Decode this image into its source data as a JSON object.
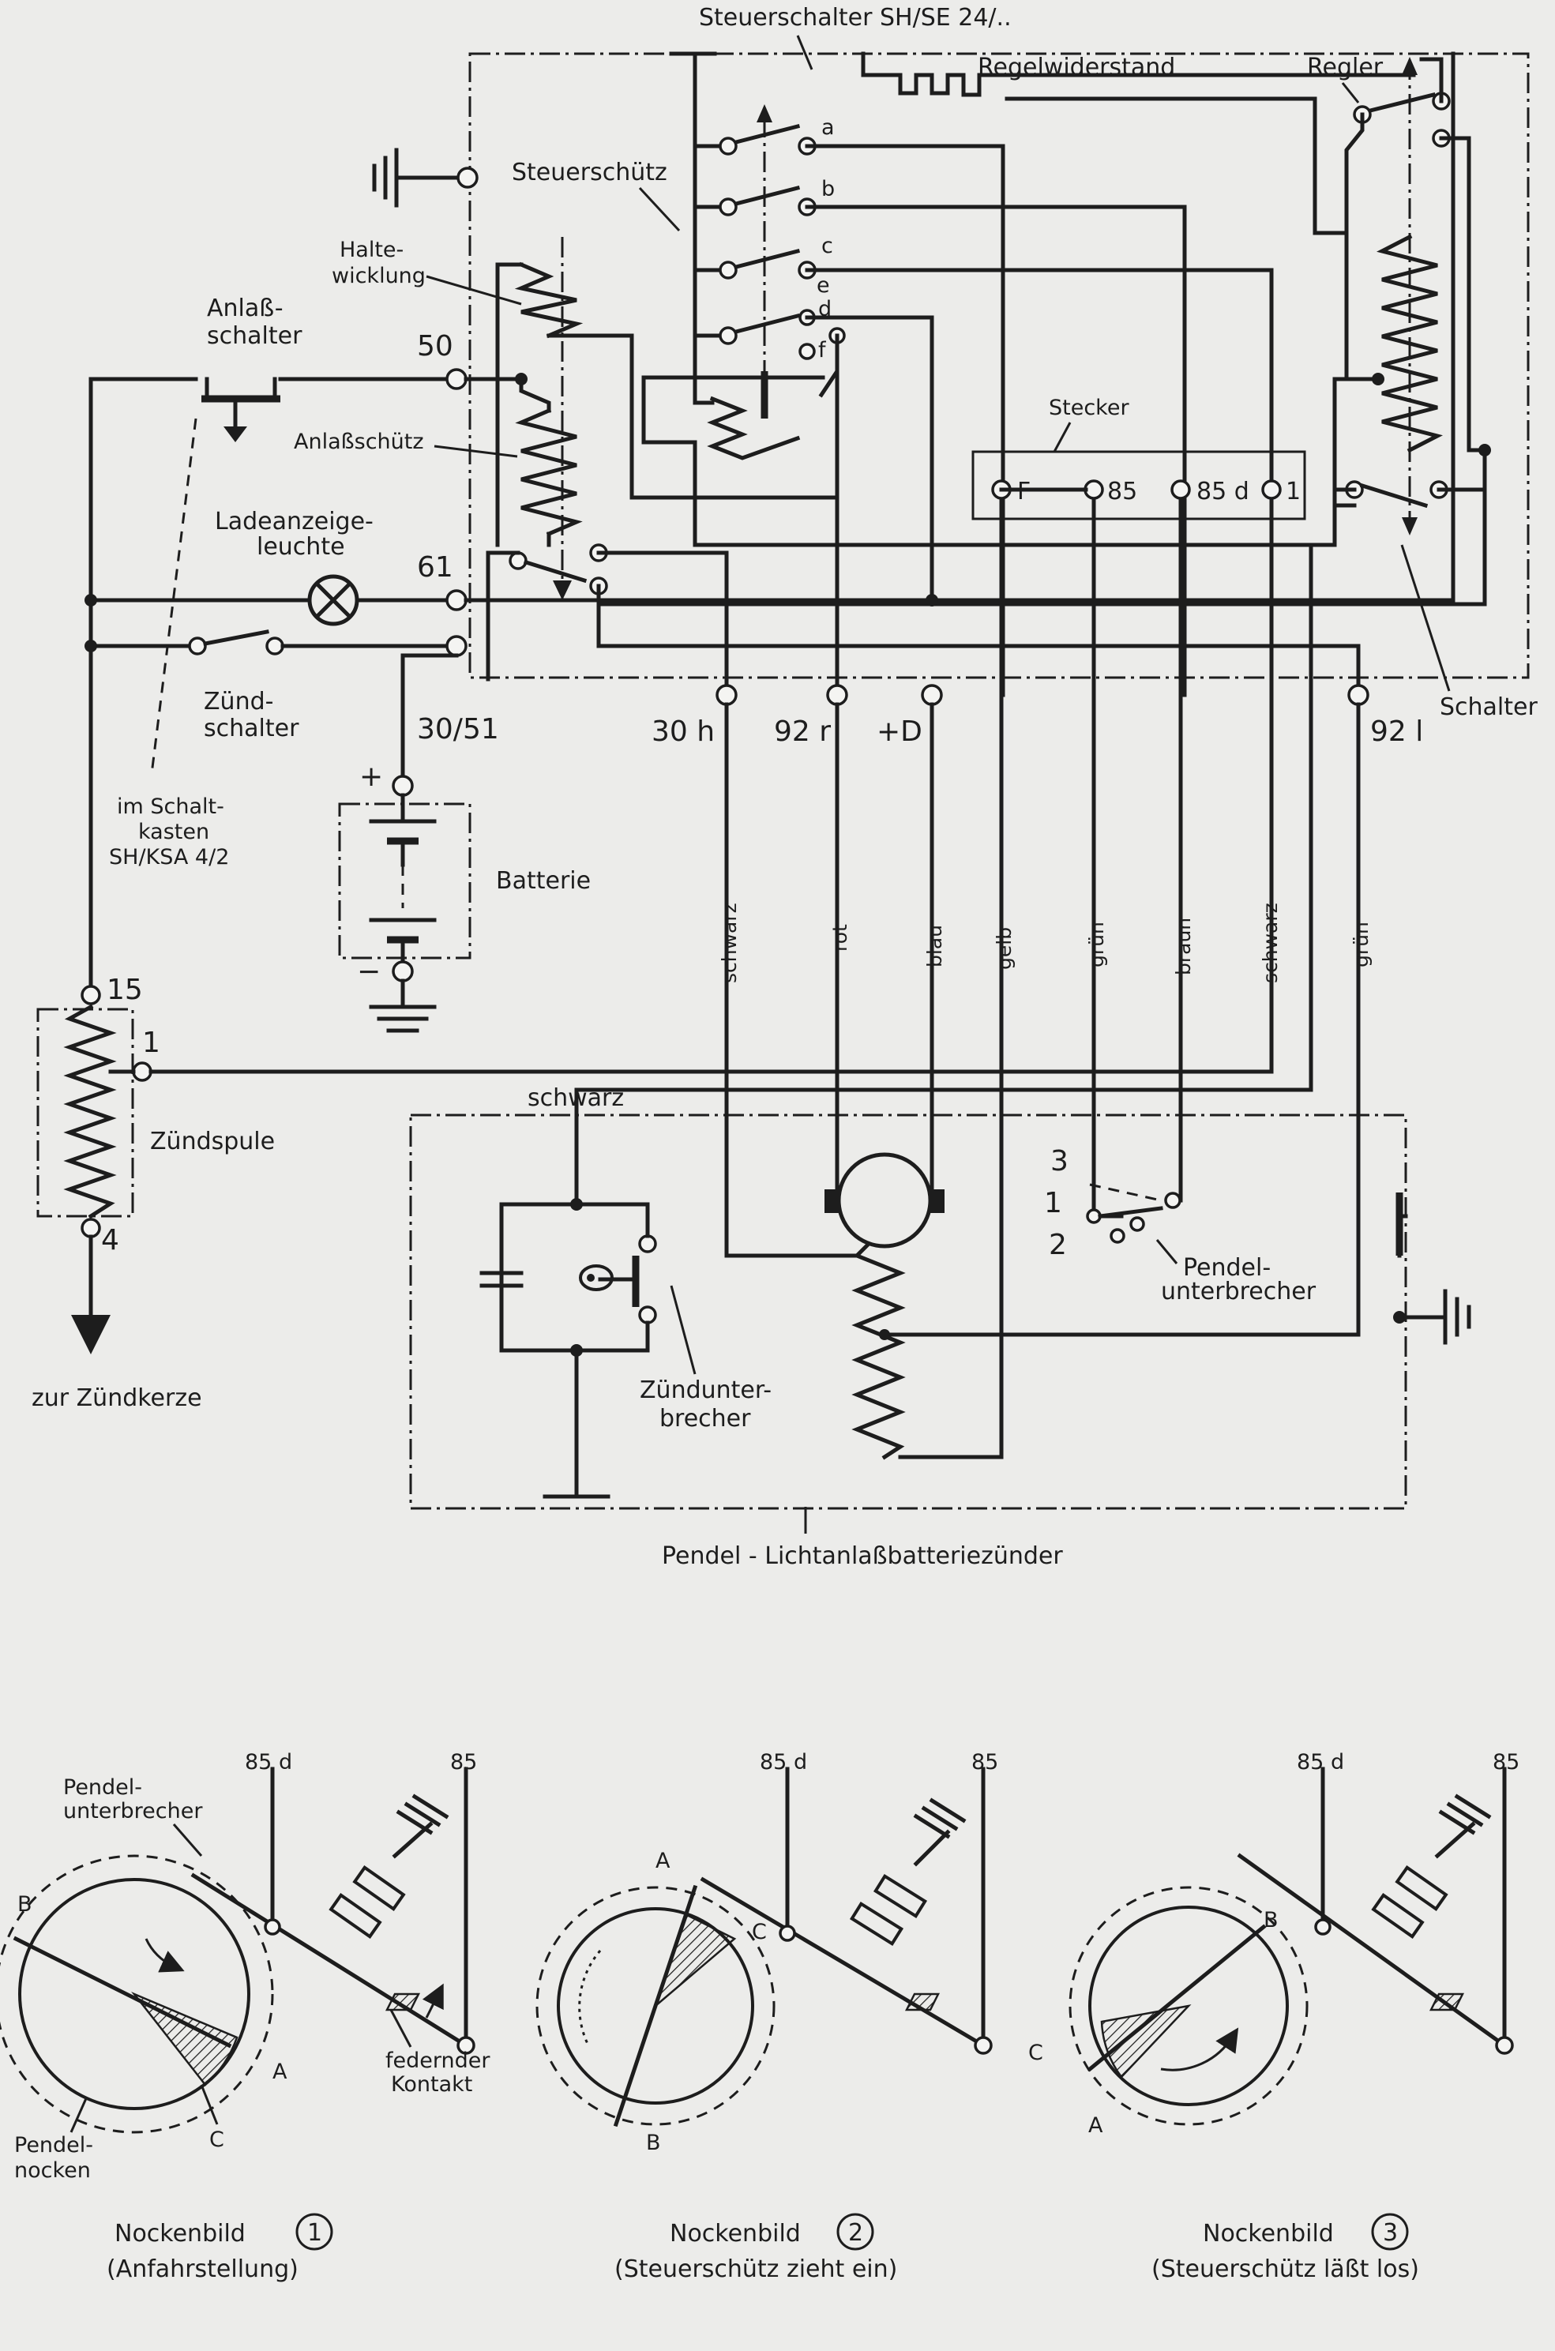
{
  "title": "Steuerschalter SH/SE 24/..",
  "labels": {
    "regelwiderstand": "Regelwiderstand",
    "regler": "Regler",
    "steuerschuetz": "Steuerschütz",
    "haltewicklung_1": "Halte-",
    "haltewicklung_2": "wicklung",
    "anlassschalter_1": "Anlaß-",
    "anlassschalter_2": "schalter",
    "anlassschuetz": "Anlaßschütz",
    "ladeanzeige_1": "Ladeanzeige-",
    "ladeanzeige_2": "leuchte",
    "zuendschalter_1": "Zünd-",
    "zuendschalter_2": "schalter",
    "schaltkasten_1": "im Schalt-",
    "schaltkasten_2": "kasten",
    "schaltkasten_3": "SH/KSA 4/2",
    "batterie": "Batterie",
    "zuendspule": "Zündspule",
    "zuendkerze": "zur Zündkerze",
    "stecker": "Stecker",
    "schalter": "Schalter",
    "pendelunterbrecher_1": "Pendel-",
    "pendelunterbrecher_2": "unterbrecher",
    "zuendunterbrecher_1": "Zündunter-",
    "zuendunterbrecher_2": "brecher",
    "lichtanlass": "Pendel - Lichtanlaßbatteriezünder",
    "schwarz_top": "schwarz",
    "plus": "+",
    "minus": "−"
  },
  "contacts": {
    "a": "a",
    "b": "b",
    "c": "c",
    "d": "d",
    "e": "e",
    "f": "f"
  },
  "terminals": {
    "t50": "50",
    "t61": "61",
    "t3051": "30/51",
    "t30h": "30 h",
    "t92r": "92 r",
    "tD": "+D",
    "t921": "92 l",
    "F": "F",
    "s85": "85",
    "s85d": "85 d",
    "s1": "1",
    "z15": "15",
    "z1": "1",
    "z4": "4",
    "p1": "1",
    "p2": "2",
    "p3": "3"
  },
  "wire_colors": [
    "schwarz",
    "rot",
    "blau",
    "gelb",
    "grün",
    "braun",
    "schwarz",
    "grün"
  ],
  "cams": [
    {
      "id": "1",
      "caption": "Nockenbild",
      "sub": "(Anfahrstellung)"
    },
    {
      "id": "2",
      "caption": "Nockenbild",
      "sub": "(Steuerschütz zieht ein)"
    },
    {
      "id": "3",
      "caption": "Nockenbild",
      "sub": "(Steuerschütz läßt los)"
    }
  ],
  "cam_labels": {
    "l85d": "85 d",
    "l85": "85",
    "A": "A",
    "B": "B",
    "C": "C",
    "pendel_1": "Pendel-",
    "pendel_2": "unterbrecher",
    "federnder_1": "federnder",
    "federnder_2": "Kontakt",
    "nocken_1": "Pendel-",
    "nocken_2": "nocken"
  }
}
